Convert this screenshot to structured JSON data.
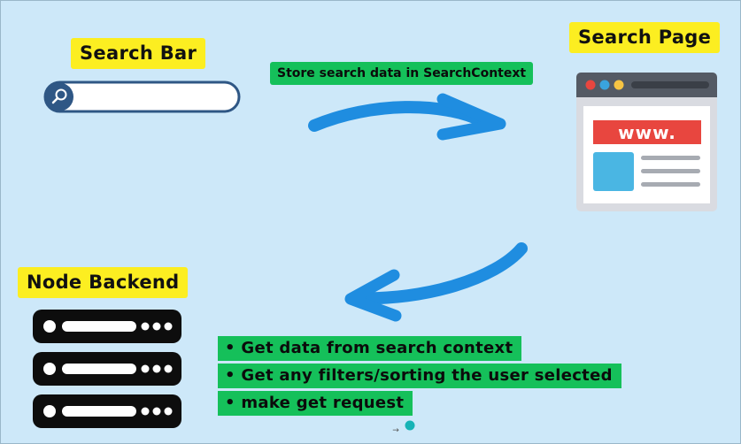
{
  "labels": {
    "search_bar": "Search Bar",
    "search_page": "Search Page",
    "node_backend": "Node Backend"
  },
  "flow_labels": {
    "store_context": "Store search data in SearchContext"
  },
  "backend_steps": [
    "Get data from search context",
    "Get any filters/sorting the user selected",
    "make get request"
  ],
  "browser_icon": {
    "address_text": "www."
  },
  "icons": [
    "search-icon",
    "browser-window-icon",
    "server-rack-icon",
    "curved-arrow-icon",
    "nav-dot-icon"
  ],
  "colors": {
    "background": "#cde8f9",
    "label_yellow": "#fcee21",
    "tag_green": "#15c05a",
    "arrow_blue": "#1f8de0",
    "search_bar_navy": "#2f5785"
  }
}
